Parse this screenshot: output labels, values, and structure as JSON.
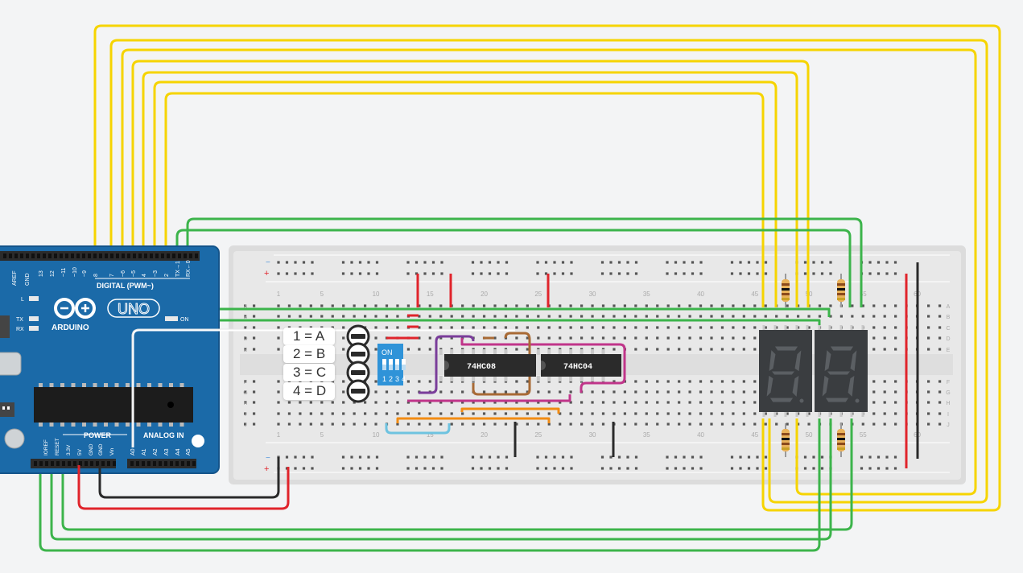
{
  "arduino": {
    "brand": "ARDUINO",
    "model": "UNO",
    "digital_header_label": "DIGITAL (PWM~)",
    "power_label": "POWER",
    "analog_label": "ANALOG IN",
    "on_label": "ON",
    "led_l": "L",
    "led_tx": "TX",
    "led_rx": "RX",
    "aref": "AREF",
    "gnd": "GND",
    "digital_pins": [
      "13",
      "12",
      "~11",
      "~10",
      "~9",
      "8",
      "7",
      "~6",
      "~5",
      "4",
      "~3",
      "2",
      "TX→1",
      "RX←0"
    ],
    "power_pins": [
      "IOREF",
      "RESET",
      "3.3V",
      "5V",
      "GND",
      "GND",
      "Vin"
    ],
    "analog_pins": [
      "A0",
      "A1",
      "A2",
      "A3",
      "A4",
      "A5"
    ]
  },
  "breadboard": {
    "row_letters_top": [
      "A",
      "B",
      "C",
      "D",
      "E"
    ],
    "row_letters_bottom": [
      "F",
      "G",
      "H",
      "I",
      "J"
    ],
    "column_numbers": [
      "1",
      "5",
      "10",
      "15",
      "20",
      "25",
      "30",
      "35",
      "40",
      "45",
      "50",
      "55",
      "60"
    ],
    "rail_minus": "−",
    "rail_plus": "+"
  },
  "chips": [
    {
      "label": "74HC08"
    },
    {
      "label": "74HC04"
    }
  ],
  "dip_switch": {
    "on_label": "ON",
    "numbers": [
      "1",
      "2",
      "3",
      "4"
    ]
  },
  "switch_labels": [
    "1 = A",
    "2 = B",
    "3 = C",
    "4 = D"
  ],
  "colors": {
    "wire_yellow": "#f6d400",
    "wire_green": "#3cb44b",
    "wire_red": "#e0242b",
    "wire_black": "#2a2a2a",
    "wire_purple": "#7a3d9a",
    "wire_magenta": "#c0358a",
    "wire_orange": "#f28c13",
    "wire_brown": "#a86a35",
    "wire_white": "#ffffff",
    "wire_lightblue": "#6ec3e0",
    "arduino_blue": "#1b6aa8",
    "display_body": "#3a3d40"
  }
}
